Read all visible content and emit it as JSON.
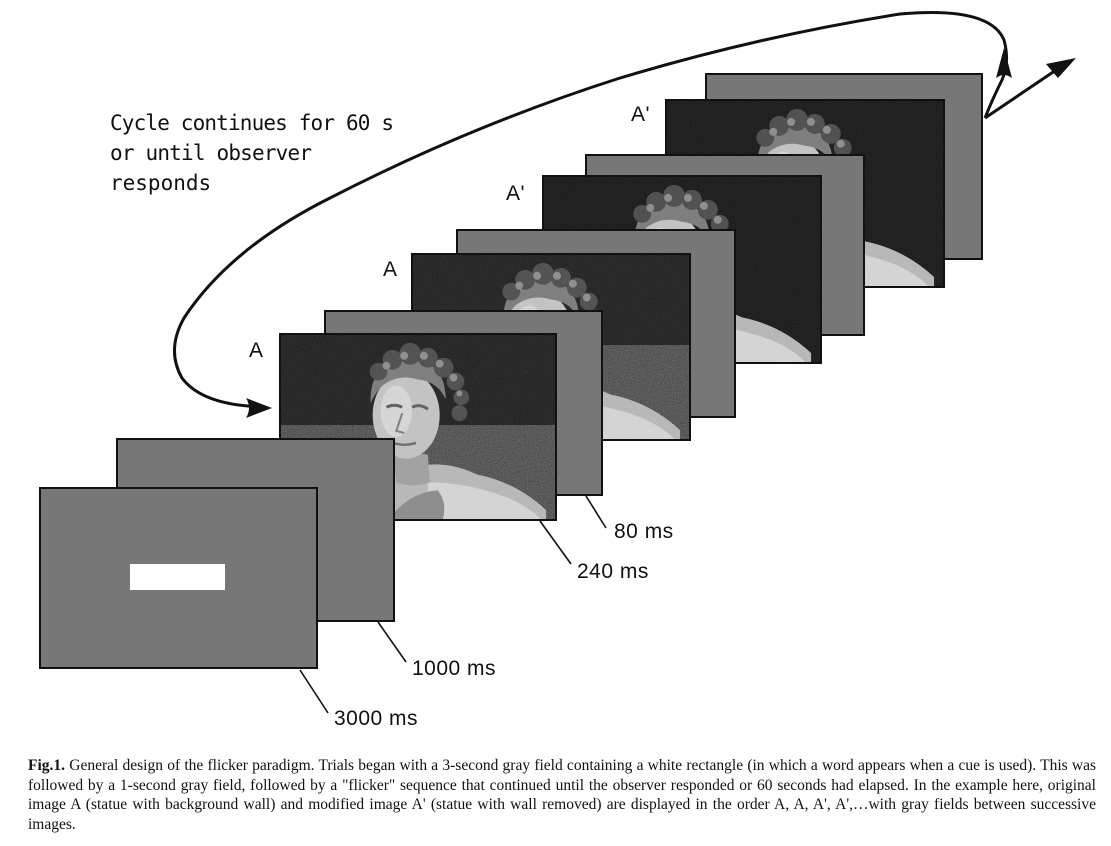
{
  "diagram": {
    "cycle_note": {
      "line1": "Cycle continues for 60 s",
      "line2": "or until observer",
      "line3": "responds"
    },
    "image_labels": {
      "a1": "A",
      "a2": "A",
      "a3": "A'",
      "a4": "A'"
    },
    "durations": {
      "d3000": "3000 ms",
      "d1000": "1000 ms",
      "d240": "240 ms",
      "d80": "80 ms"
    }
  },
  "caption": {
    "label": "Fig.1.",
    "text": " General design of the flicker paradigm.  Trials began with a 3-second gray field containing a white rectangle (in which a word appears when a cue is used).  This was followed by a 1-second gray field, followed by a \"flicker\" sequence that continued until the observer responded or 60 seconds had elapsed.  In the example here, original image A (statue with background wall) and modified image A' (statue with wall removed) are displayed in the order A, A, A', A',…with gray fields between successive images."
  },
  "colors": {
    "gray_field": "#777777",
    "frame_outline": "#111111",
    "white_rectangle": "#ffffff",
    "photo_background": "#1a1a1a"
  }
}
